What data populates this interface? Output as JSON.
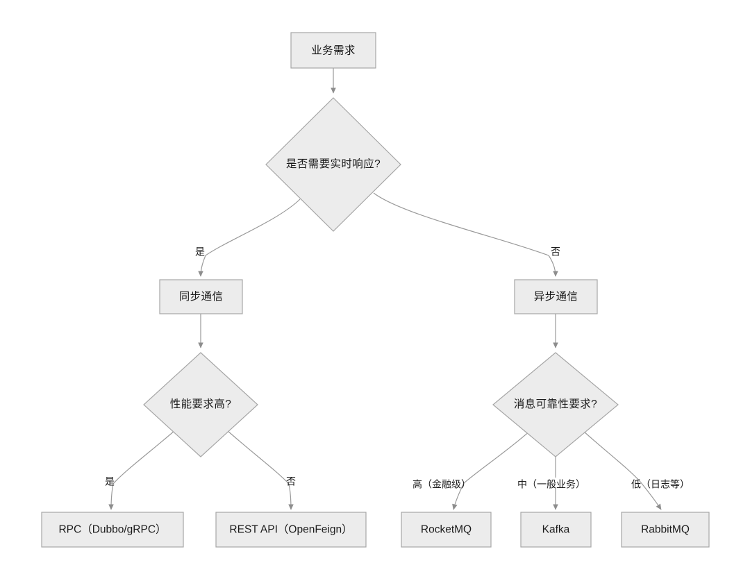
{
  "diagram": {
    "type": "flowchart",
    "orientation": "top-down",
    "background_color": "#ffffff",
    "node_fill_color": "#ececec",
    "node_stroke_color": "#a6a6a6",
    "edge_color": "#9a9a9a",
    "text_color": "#1a1a1a"
  },
  "nodes": {
    "start": {
      "label": "业务需求",
      "shape": "rectangle"
    },
    "decision_realtime": {
      "label": "是否需要实时响应?",
      "shape": "diamond"
    },
    "sync_comm": {
      "label": "同步通信",
      "shape": "rectangle"
    },
    "async_comm": {
      "label": "异步通信",
      "shape": "rectangle"
    },
    "decision_performance": {
      "label": "性能要求高?",
      "shape": "diamond"
    },
    "decision_reliability": {
      "label": "消息可靠性要求?",
      "shape": "diamond"
    },
    "rpc": {
      "label": "RPC（Dubbo/gRPC）",
      "shape": "rectangle"
    },
    "rest_api": {
      "label": "REST API（OpenFeign）",
      "shape": "rectangle"
    },
    "rocketmq": {
      "label": "RocketMQ",
      "shape": "rectangle"
    },
    "kafka": {
      "label": "Kafka",
      "shape": "rectangle"
    },
    "rabbitmq": {
      "label": "RabbitMQ",
      "shape": "rectangle"
    }
  },
  "edge_labels": {
    "realtime_yes": "是",
    "realtime_no": "否",
    "performance_yes": "是",
    "performance_no": "否",
    "reliability_high": "高（金融级）",
    "reliability_medium": "中（一般业务）",
    "reliability_low": "低（日志等）"
  }
}
